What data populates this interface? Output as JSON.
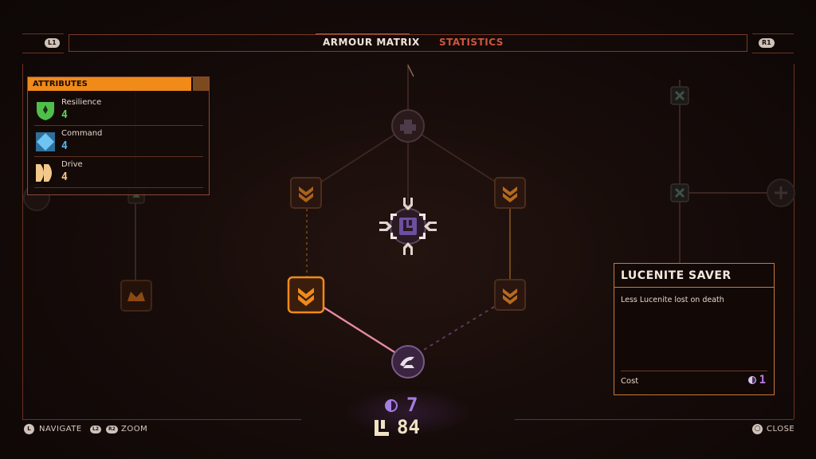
{
  "header": {
    "left_button": "L1",
    "right_button": "R1",
    "tabs": [
      {
        "label": "ARMOUR MATRIX",
        "active": true
      },
      {
        "label": "STATISTICS",
        "active": false
      }
    ]
  },
  "attributes": {
    "title": "ATTRIBUTES",
    "items": [
      {
        "name": "Resilience",
        "value": "4",
        "icon": "resilience-icon",
        "color": "#5fd35a"
      },
      {
        "name": "Command",
        "value": "4",
        "icon": "command-icon",
        "color": "#55b4ee"
      },
      {
        "name": "Drive",
        "value": "4",
        "icon": "drive-icon",
        "color": "#f2c98a"
      }
    ]
  },
  "selected_node": {
    "title": "LUCENITE SAVER",
    "description": "Less Lucenite lost on death",
    "cost_label": "Cost",
    "cost_value": "1",
    "cost_icon": "matrix-point-icon"
  },
  "currencies": {
    "matrix_points": "7",
    "matrix_points_icon": "matrix-point-icon",
    "lucenite": "84",
    "lucenite_icon": "lucenite-icon"
  },
  "hints": {
    "navigate_button": "L",
    "navigate_label": "NAVIGATE",
    "zoom_button_a": "L2",
    "zoom_button_b": "R2",
    "zoom_label": "ZOOM",
    "close_button": "○",
    "close_label": "CLOSE"
  },
  "colors": {
    "accent_orange": "#f08a19",
    "frame": "#6b3323",
    "purple": "#9b6bd1",
    "tab_inactive": "#d0563a"
  }
}
